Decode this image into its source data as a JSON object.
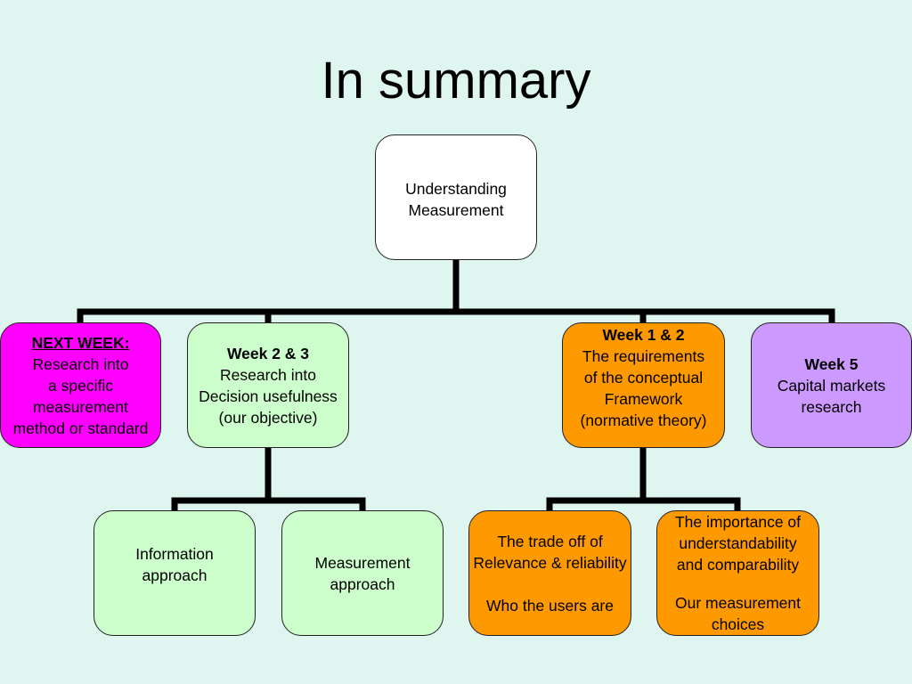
{
  "title": "In summary",
  "colors": {
    "background": "#dff5ef",
    "root": "#ffffff",
    "next_week": "#ff00ff",
    "green": "#ccffcc",
    "orange": "#ff9900",
    "purple": "#cc99ff",
    "connector": "#000000"
  },
  "root": {
    "lines": [
      "Understanding",
      "Measurement"
    ]
  },
  "next_week": {
    "heading": "NEXT WEEK:",
    "lines": [
      "Research into",
      "a specific",
      "measurement",
      "method or standard"
    ]
  },
  "week23": {
    "heading": "Week 2 & 3",
    "lines": [
      "Research into",
      "Decision usefulness",
      "(our objective)"
    ]
  },
  "week12": {
    "heading": "Week 1 & 2",
    "lines": [
      "The requirements",
      "of the conceptual",
      "Framework",
      "(normative theory)"
    ]
  },
  "week5": {
    "heading": "Week 5",
    "lines": [
      "Capital markets",
      "research"
    ]
  },
  "info_approach": {
    "lines": [
      "Information",
      "approach"
    ]
  },
  "meas_approach": {
    "lines": [
      "Measurement",
      "approach"
    ]
  },
  "tradeoff": {
    "lines": [
      "The  trade off of",
      "Relevance & reliability"
    ],
    "lines2": [
      "Who the users are"
    ]
  },
  "importance": {
    "lines": [
      "The importance of",
      "understandability",
      "and comparability"
    ],
    "lines2": [
      "Our measurement",
      "choices"
    ]
  }
}
